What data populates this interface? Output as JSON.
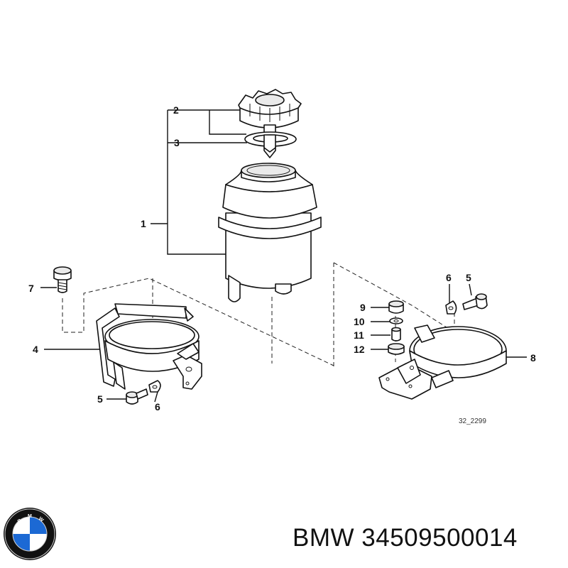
{
  "diagram": {
    "callouts": {
      "c1": "1",
      "c2": "2",
      "c3": "3",
      "c4": "4",
      "c5a": "5",
      "c5b": "5",
      "c6a": "6",
      "c6b": "6",
      "c7": "7",
      "c8": "8",
      "c9": "9",
      "c10": "10",
      "c11": "11",
      "c12": "12"
    },
    "drawing_code": "32_2299"
  },
  "footer": {
    "brand_name": "BMW",
    "part_number": "34509500014",
    "logo_letters": "BMW"
  },
  "colors": {
    "logo_blue": "#1c69d4",
    "logo_black": "#111111"
  }
}
